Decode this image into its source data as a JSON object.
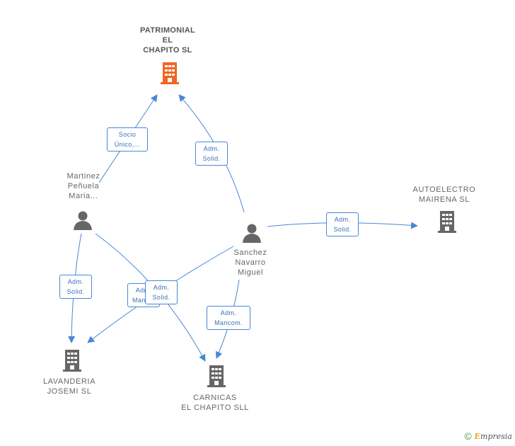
{
  "nodes": {
    "patrimonial": {
      "lines": [
        "PATRIMONIAL",
        "EL",
        "CHAPITO SL"
      ],
      "type": "company",
      "color": "#f26522"
    },
    "martinez": {
      "lines": [
        "Martinez",
        "Peñuela",
        "Maria..."
      ],
      "type": "person",
      "color": "#666666"
    },
    "sanchez": {
      "lines": [
        "Sanchez",
        "Navarro",
        "Miguel"
      ],
      "type": "person",
      "color": "#666666"
    },
    "autoelectro": {
      "lines": [
        "AUTOELECTRO",
        "MAIRENA SL"
      ],
      "type": "company",
      "color": "#666666"
    },
    "lavanderia": {
      "lines": [
        "LAVANDERIA",
        "JOSEMI  SL"
      ],
      "type": "company",
      "color": "#666666"
    },
    "carnicas": {
      "lines": [
        "CARNICAS",
        "EL CHAPITO SLL"
      ],
      "type": "company",
      "color": "#666666"
    }
  },
  "edges": {
    "martinez_patrimonial": [
      "Socio",
      "Único,..."
    ],
    "sanchez_patrimonial": [
      "Adm.",
      "Solid."
    ],
    "sanchez_autoelectro": [
      "Adm.",
      "Solid."
    ],
    "martinez_lavanderia": [
      "Adm.",
      "Solid."
    ],
    "martinez_carnicas": [
      "Adm.",
      "Manc..."
    ],
    "sanchez_lavanderia": [
      "Adm.",
      "Solid."
    ],
    "sanchez_carnicas": [
      "Adm.",
      "Mancom."
    ]
  },
  "colors": {
    "edge": "#4a87d4",
    "icon": "#666666",
    "main_company": "#f26522"
  },
  "footer": {
    "copyright_symbol": "©",
    "brand_first": "E",
    "brand_rest": "mpresia"
  }
}
